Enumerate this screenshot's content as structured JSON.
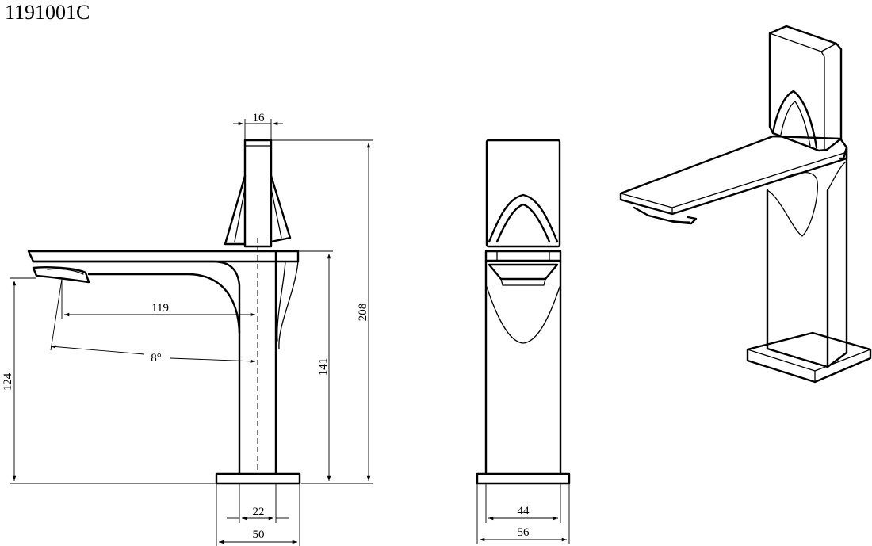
{
  "model_number": "1191001C",
  "dimensions": {
    "handle_width": "16",
    "total_height": "208",
    "spout_reach": "119",
    "spout_angle": "8°",
    "spout_height": "124",
    "body_height": "141",
    "body_width": "22",
    "base_width_side": "50",
    "body_depth": "44",
    "base_width_front": "56"
  }
}
